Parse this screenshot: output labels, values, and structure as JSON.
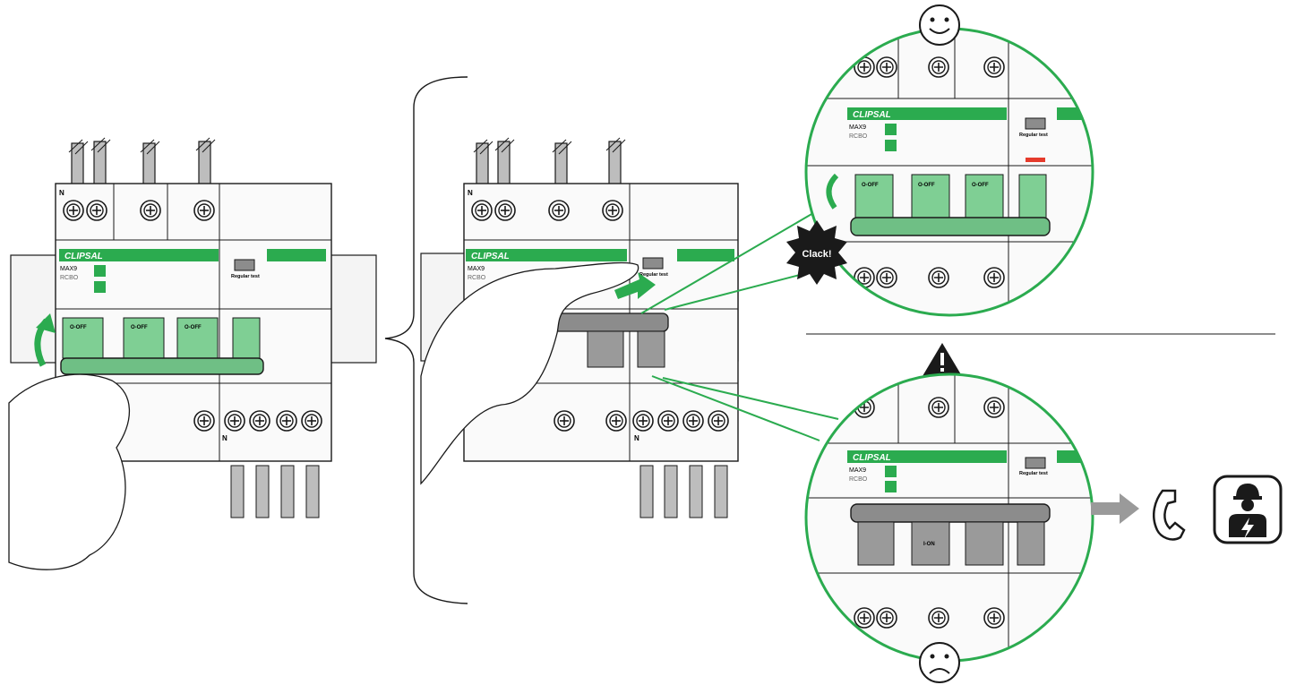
{
  "brand": "CLIPSAL",
  "model": "MAX9",
  "type": "RCBO",
  "test_label": "Regular test",
  "neutral": "N",
  "off_label": "O-OFF",
  "on_label": "I-ON",
  "sound": "Clack!",
  "colors": {
    "accent": "#2bab4f",
    "toggle": "#7fcf94",
    "dark": "#1a1a1a",
    "grey": "#8c8c8c",
    "indicator_red": "#e53b2c",
    "panel": "#f3f3f3"
  },
  "icons": [
    "happy-face-icon",
    "sad-face-icon",
    "warning-icon",
    "phone-icon",
    "electrician-icon",
    "arrow-right-icon"
  ]
}
